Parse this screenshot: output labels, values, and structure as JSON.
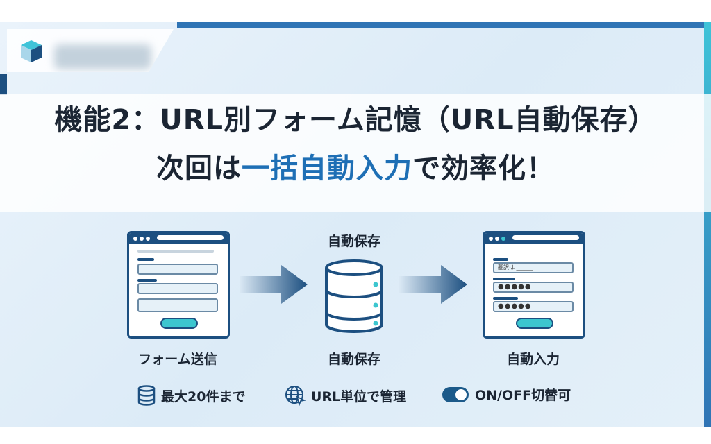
{
  "title_line1": "機能2：URL別フォーム記憶（URL自動保存）",
  "title_line2_pre": "次回は",
  "title_line2_highlight": "一括自動入力",
  "title_line2_post": "で効率化！",
  "flow": {
    "step1_label": "フォーム送信",
    "step2_top_label": "自動保存",
    "step2_label": "自動保存",
    "step3_label": "自動入力",
    "filled_field_text": "翻訳は ______",
    "password_mask": "●●●●●"
  },
  "features": [
    {
      "icon": "database-icon",
      "label": "最大20件まで"
    },
    {
      "icon": "globe-cursor-icon",
      "label": "URL単位で管理"
    },
    {
      "icon": "toggle-icon",
      "label": "ON/OFF切替可"
    }
  ],
  "colors": {
    "accent": "#1e6fb5",
    "navy": "#1c4f80",
    "teal": "#3cc6cf"
  }
}
